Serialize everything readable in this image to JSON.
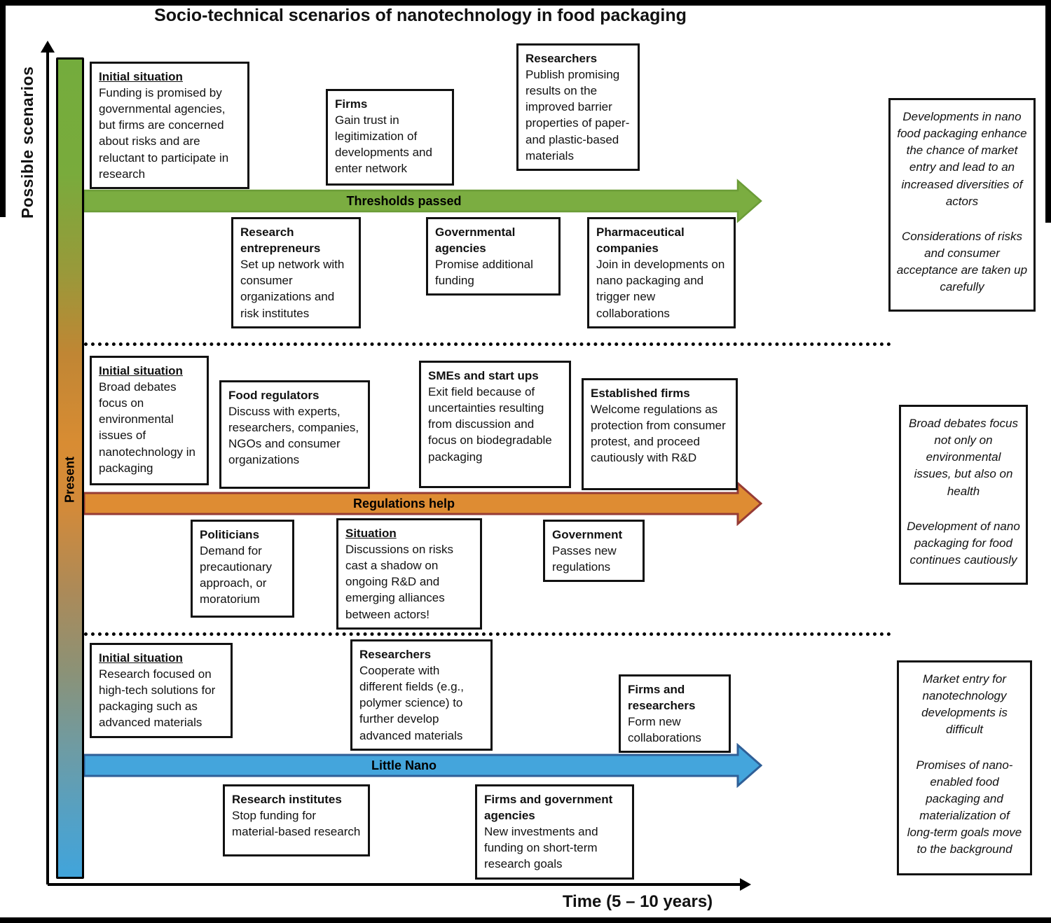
{
  "frame": {
    "title": "Socio-technical scenarios of nanotechnology in food packaging"
  },
  "axes": {
    "y_label": "Possible scenarios",
    "x_label": "Time (5 – 10 years)",
    "present_label": "Present"
  },
  "scenarios": [
    {
      "name": "thresholds-passed",
      "arrow_label": "Thresholds passed",
      "arrow_fill": "#7bad41",
      "arrow_stroke": "#6b9c37",
      "boxes": [
        {
          "title": "Initial situation",
          "body": "Funding is promised by governmental agencies, but firms are concerned about risks and are reluctant to participate in research"
        },
        {
          "title": "Firms",
          "body": "Gain trust in legitimization of developments and enter network"
        },
        {
          "title": "Researchers",
          "body": "Publish promising results on the improved barrier properties of paper- and plastic-based materials"
        },
        {
          "title": "Research entrepreneurs",
          "body": "Set up network with consumer organizations and risk institutes"
        },
        {
          "title": "Governmental agencies",
          "body": "Promise additional funding"
        },
        {
          "title": "Pharmaceutical companies",
          "body": "Join in developments on nano packaging and trigger new collaborations"
        }
      ],
      "outcome": {
        "p1": "Developments in nano food packaging enhance the chance of market entry and lead to an increased diversities of actors",
        "p2": "Considerations of risks and consumer acceptance are taken up carefully"
      }
    },
    {
      "name": "regulations-help",
      "arrow_label": "Regulations help",
      "arrow_fill": "#de8c33",
      "arrow_stroke": "#963b35",
      "boxes": [
        {
          "title": "Initial situation",
          "body": "Broad debates focus on environmental issues of nanotechnology in packaging"
        },
        {
          "title": "Food regulators",
          "body": "Discuss with experts, researchers, companies, NGOs and consumer organizations"
        },
        {
          "title": "SMEs and start ups",
          "body": "Exit field because of uncertainties resulting from discussion and focus on biodegradable packaging"
        },
        {
          "title": "Established firms",
          "body": "Welcome regulations as protection from consumer protest, and proceed cautiously with R&D"
        },
        {
          "title": "Politicians",
          "body": "Demand for precautionary approach, or moratorium"
        },
        {
          "title": "Situation",
          "body": "Discussions on risks cast a shadow on ongoing R&D and emerging alliances between actors!"
        },
        {
          "title": "Government",
          "body": "Passes new regulations"
        }
      ],
      "outcome": {
        "p1": "Broad debates focus not only on environmental issues, but also on health",
        "p2": "Development of nano packaging for food continues cautiously"
      }
    },
    {
      "name": "little-nano",
      "arrow_label": "Little Nano",
      "arrow_fill": "#44a5dc",
      "arrow_stroke": "#2f5f97",
      "boxes": [
        {
          "title": "Initial situation",
          "body": "Research focused on high-tech solutions for packaging such as advanced materials"
        },
        {
          "title": "Researchers",
          "body": "Cooperate with different fields (e.g., polymer science) to further develop advanced materials"
        },
        {
          "title": "Firms and researchers",
          "body": "Form new collaborations"
        },
        {
          "title": "Research institutes",
          "body": "Stop funding for material-based research"
        },
        {
          "title": "Firms and government agencies",
          "body": "New investments and funding on short-term research goals"
        }
      ],
      "outcome": {
        "p1": "Market entry for nanotechnology developments is difficult",
        "p2": "Promises of nano-enabled food packaging and materialization of long-term goals move to the background"
      }
    }
  ]
}
